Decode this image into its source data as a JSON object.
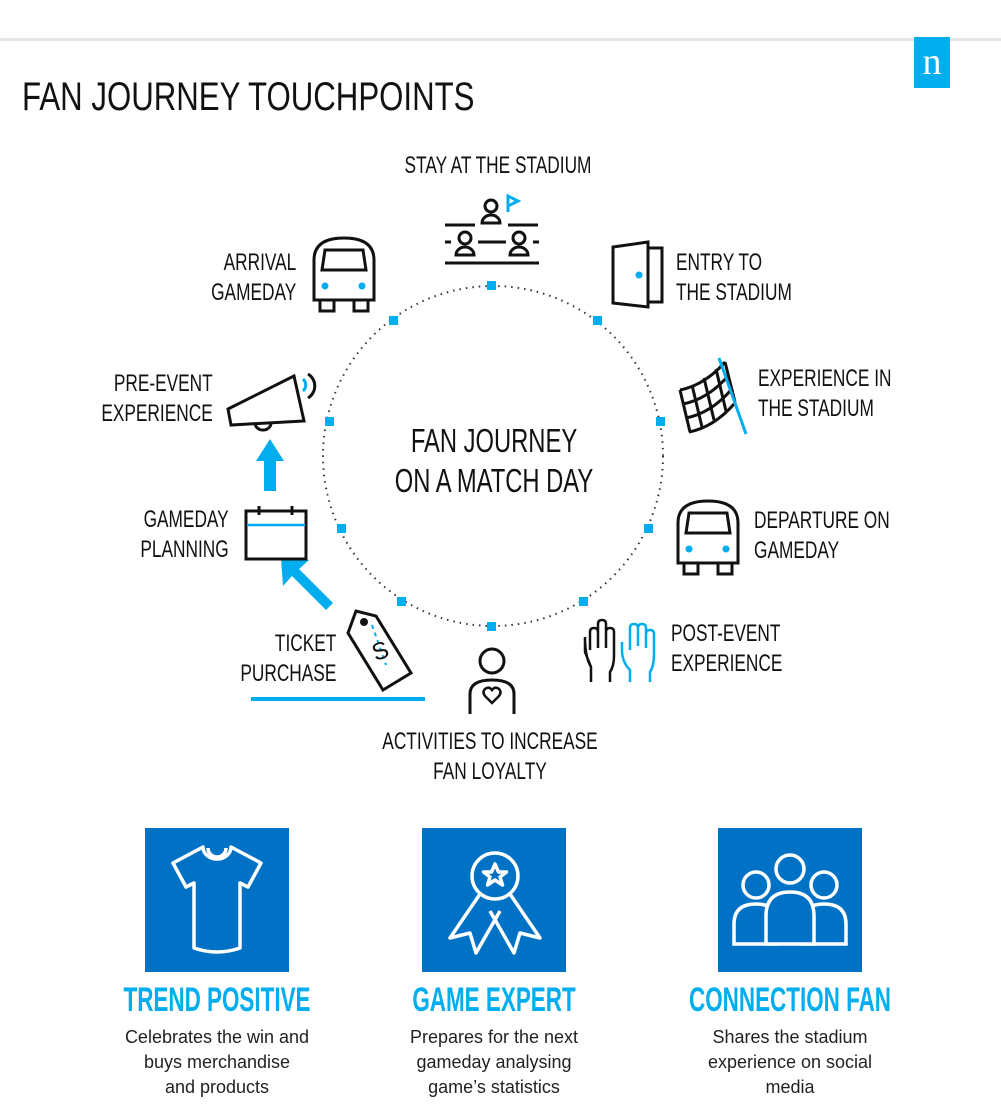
{
  "brand": {
    "logo_letter": "n",
    "accent": "#00aeef",
    "box_color": "#0072c6"
  },
  "title": "FAN JOURNEY TOUCHPOINTS",
  "center": {
    "line1": "FAN JOURNEY",
    "line2": "ON A MATCH DAY"
  },
  "touchpoints": [
    {
      "id": "stay",
      "lines": [
        "STAY AT THE STADIUM"
      ],
      "icon": "stadium-seats-icon"
    },
    {
      "id": "entry",
      "lines": [
        "ENTRY TO",
        "THE STADIUM"
      ],
      "icon": "door-icon"
    },
    {
      "id": "experience",
      "lines": [
        "EXPERIENCE IN",
        "THE STADIUM"
      ],
      "icon": "checkered-flag-icon"
    },
    {
      "id": "departure",
      "lines": [
        "DEPARTURE ON",
        "GAMEDAY"
      ],
      "icon": "bus-icon"
    },
    {
      "id": "post",
      "lines": [
        "POST-EVENT",
        "EXPERIENCE"
      ],
      "icon": "raised-hands-icon"
    },
    {
      "id": "loyalty",
      "lines": [
        "ACTIVITIES TO INCREASE",
        "FAN LOYALTY"
      ],
      "icon": "person-heart-icon"
    },
    {
      "id": "ticket",
      "lines": [
        "TICKET",
        "PURCHASE"
      ],
      "icon": "price-tag-icon"
    },
    {
      "id": "planning",
      "lines": [
        "GAMEDAY",
        "PLANNING"
      ],
      "icon": "calendar-icon"
    },
    {
      "id": "pre",
      "lines": [
        "PRE-EVENT",
        "EXPERIENCE"
      ],
      "icon": "megaphone-icon"
    },
    {
      "id": "arrival",
      "lines": [
        "ARRIVAL",
        "GAMEDAY"
      ],
      "icon": "bus-icon"
    }
  ],
  "profiles": [
    {
      "title": "TREND POSITIVE",
      "lines": [
        "Celebrates the win and",
        "buys merchandise",
        "and products"
      ],
      "icon": "t-shirt-icon"
    },
    {
      "title": "GAME EXPERT",
      "lines": [
        "Prepares for the next",
        "gameday analysing",
        "game’s statistics"
      ],
      "icon": "award-ribbon-icon"
    },
    {
      "title": "CONNECTION FAN",
      "lines": [
        "Shares the stadium",
        "experience on social",
        "media"
      ],
      "icon": "group-icon"
    }
  ]
}
